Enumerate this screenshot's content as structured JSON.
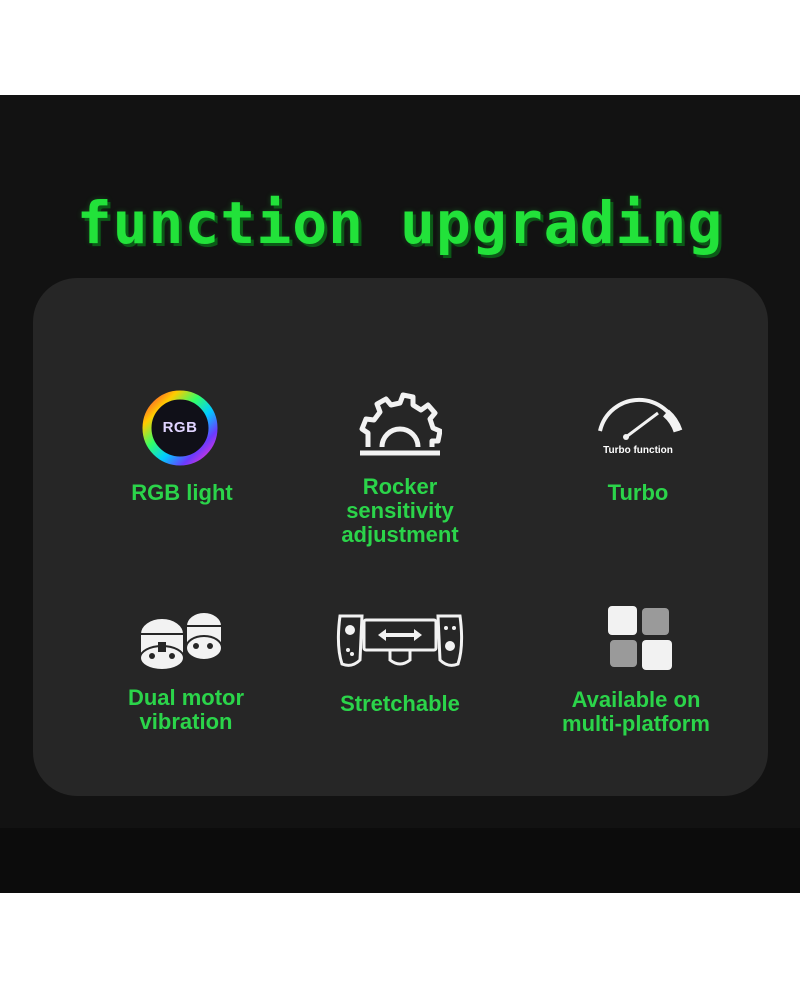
{
  "headline": "function upgrading",
  "colors": {
    "accent_green": "#2bd44a",
    "background": "#121212",
    "panel": "#262626"
  },
  "features": [
    {
      "icon": "rgb-ring-icon",
      "icon_text": "RGB",
      "label": "RGB light"
    },
    {
      "icon": "gear-adjust-icon",
      "label": "Rocker\nsensitivity\nadjustment"
    },
    {
      "icon": "speedometer-icon",
      "icon_text": "Turbo function",
      "label": "Turbo"
    },
    {
      "icon": "vibration-motors-icon",
      "label": "Dual motor\nvibration"
    },
    {
      "icon": "stretch-controller-icon",
      "label": "Stretchable"
    },
    {
      "icon": "multi-platform-squares-icon",
      "label": "Available on\nmulti-platform"
    }
  ]
}
